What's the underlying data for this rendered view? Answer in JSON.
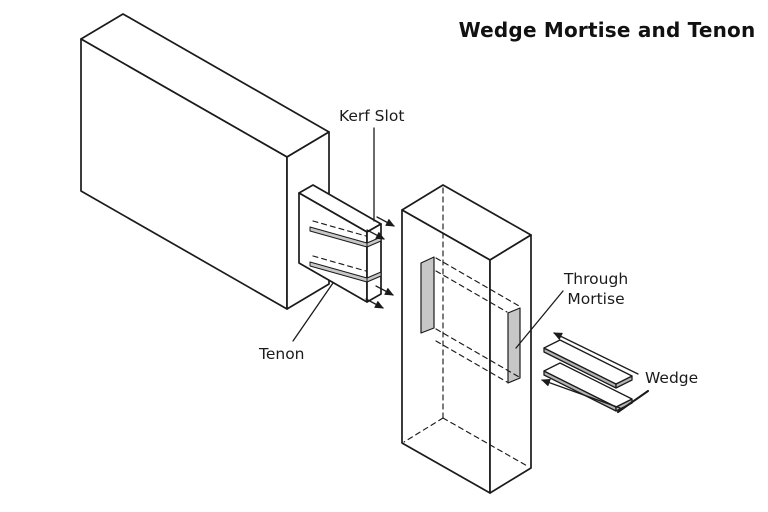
{
  "title": "Wedge Mortise and Tenon",
  "labels": {
    "kerf_slot": "Kerf Slot",
    "tenon": "Tenon",
    "through_mortise_line1": "Through",
    "through_mortise_line2": "Mortise",
    "wedge": "Wedge"
  },
  "colors": {
    "line": "#1b1b1b",
    "slot_fill": "#c7c7c7",
    "wedge_edge_fill": "#b5b5b5",
    "background": "#ffffff"
  }
}
